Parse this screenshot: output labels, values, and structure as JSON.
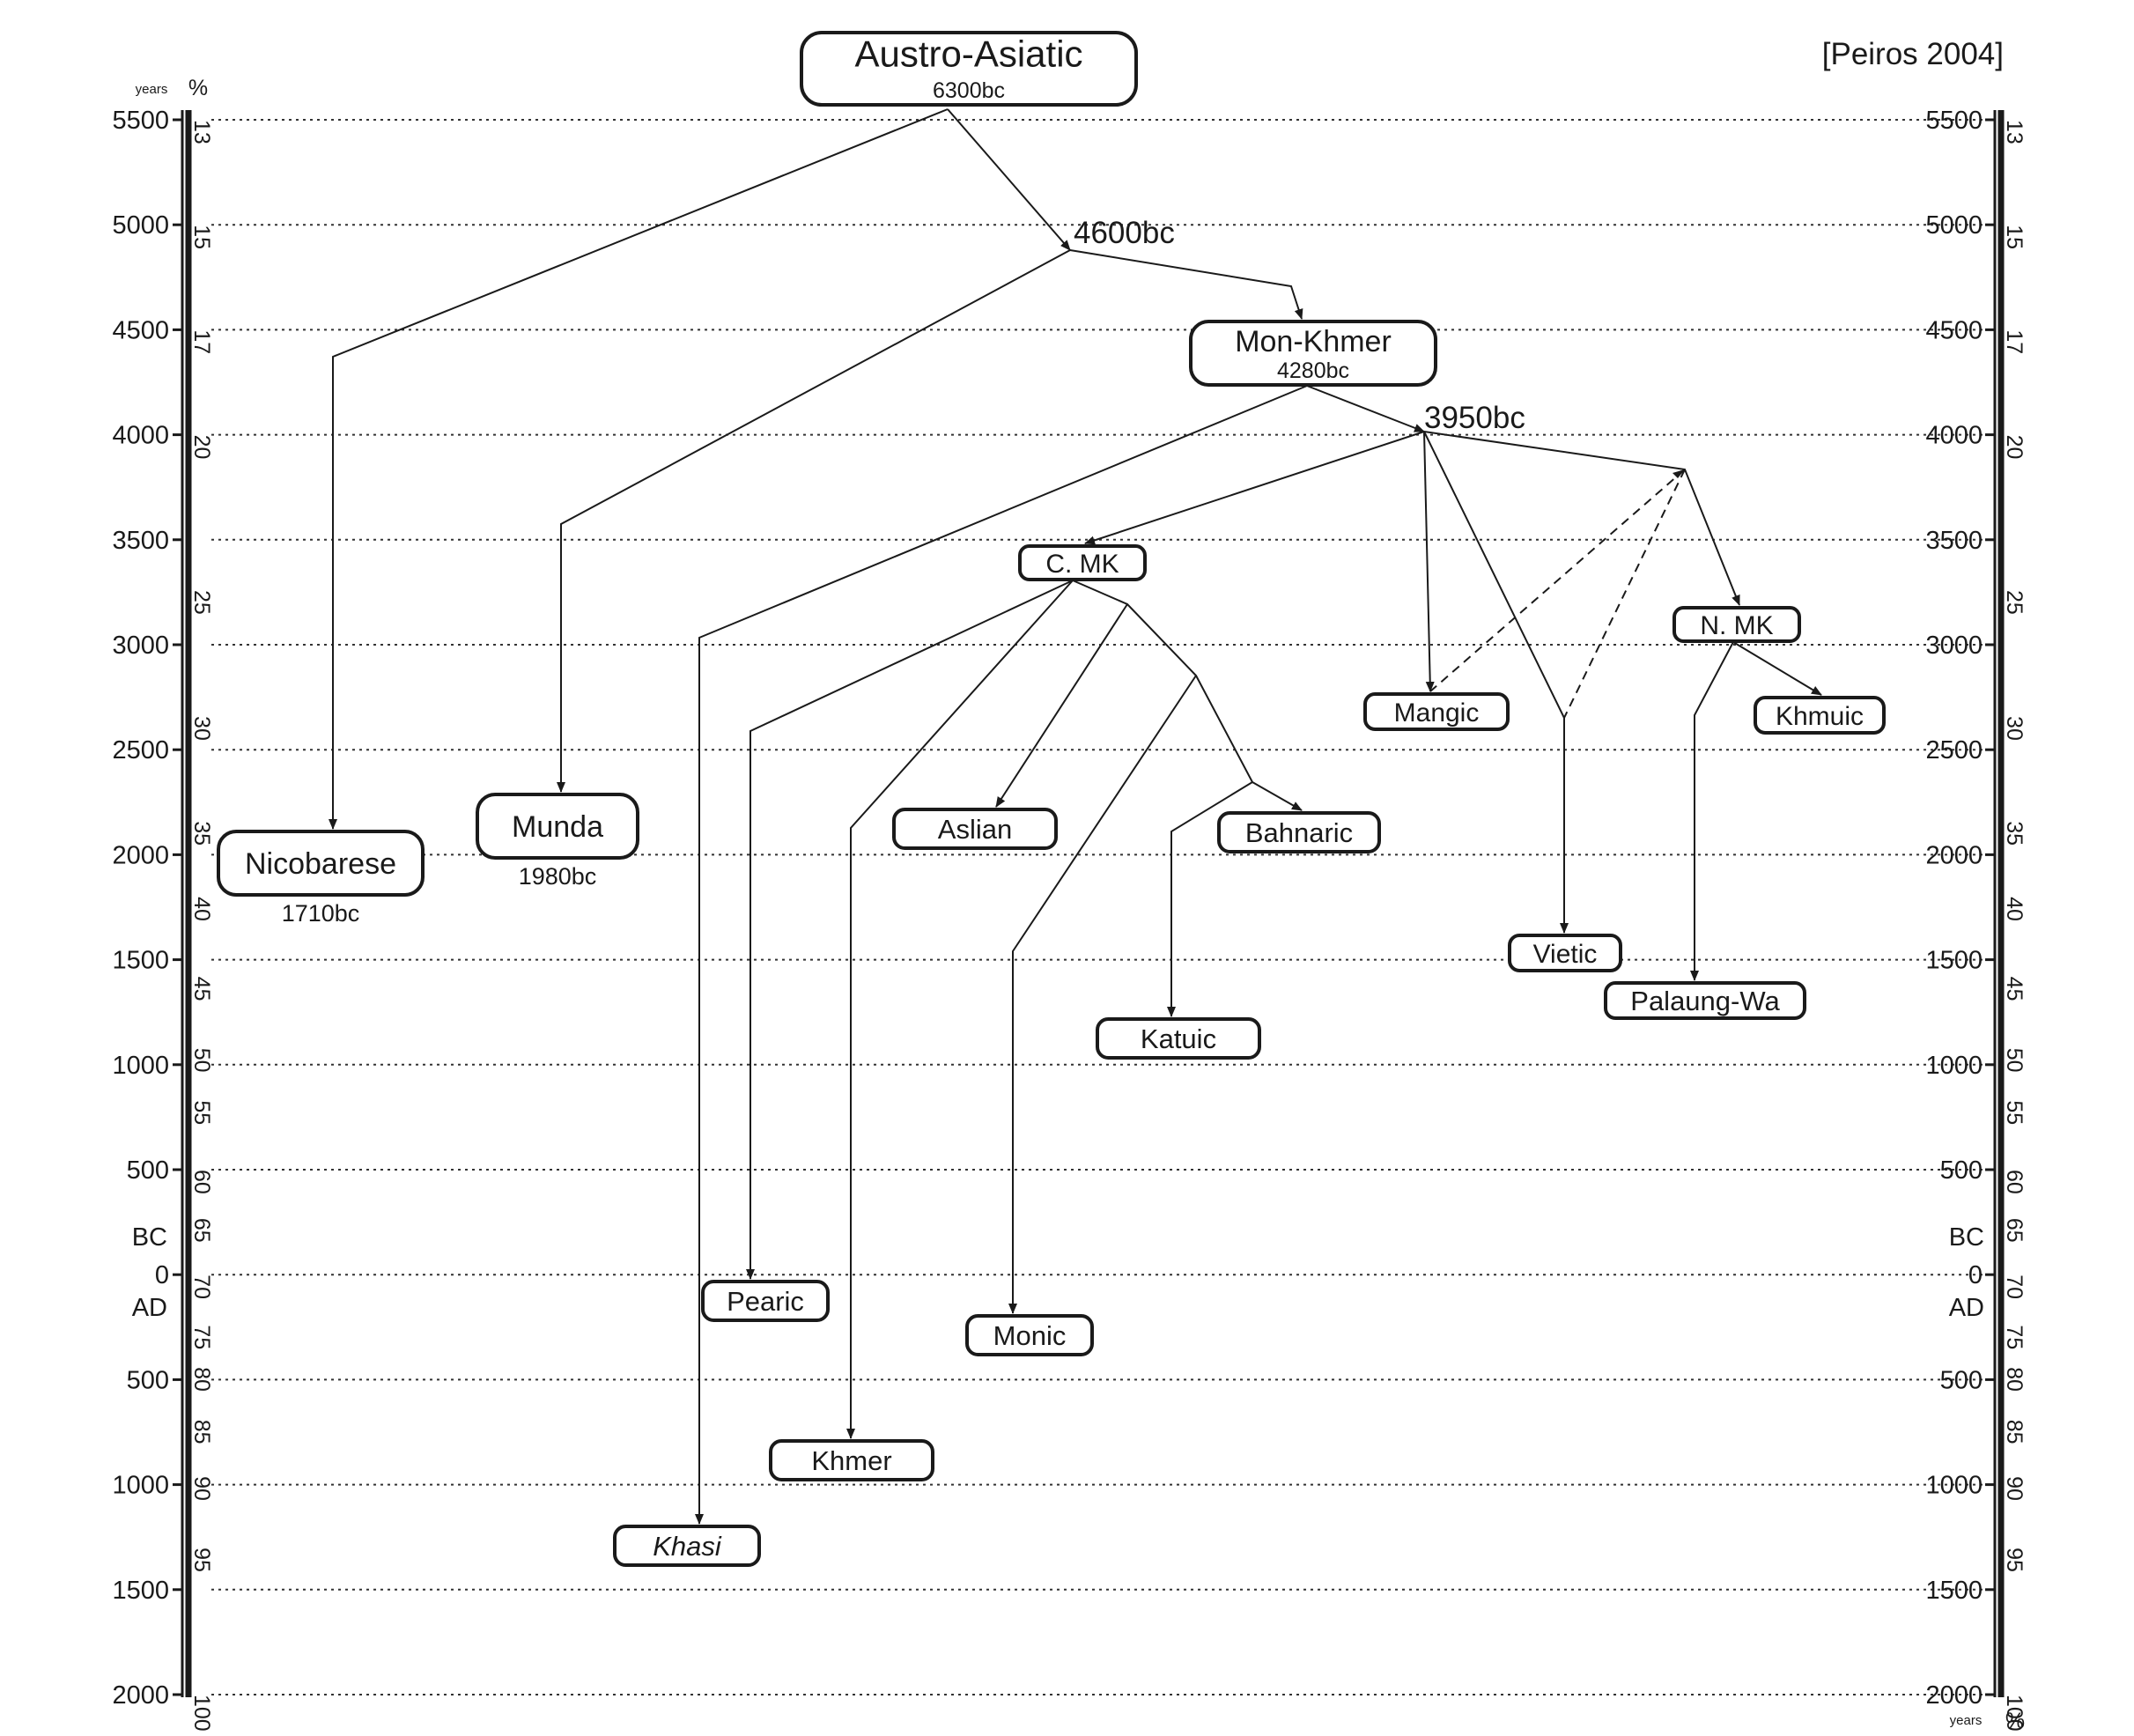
{
  "citation": "[Peiros 2004]",
  "axis": {
    "years_unit": "years",
    "percent_unit": "%",
    "era_bc": "BC",
    "era_ad": "AD",
    "year_ticks": [
      {
        "label": "5500",
        "value": -5500
      },
      {
        "label": "5000",
        "value": -5000
      },
      {
        "label": "4500",
        "value": -4500
      },
      {
        "label": "4000",
        "value": -4000
      },
      {
        "label": "3500",
        "value": -3500
      },
      {
        "label": "3000",
        "value": -3000
      },
      {
        "label": "2500",
        "value": -2500
      },
      {
        "label": "2000",
        "value": -2000
      },
      {
        "label": "1500",
        "value": -1500
      },
      {
        "label": "1000",
        "value": -1000
      },
      {
        "label": "500",
        "value": -500
      },
      {
        "label": "0",
        "value": 0
      },
      {
        "label": "500",
        "value": 500
      },
      {
        "label": "1000",
        "value": 1000
      },
      {
        "label": "1500",
        "value": 1500
      },
      {
        "label": "2000",
        "value": 2000
      }
    ],
    "percent_ticks": [
      {
        "label": "13",
        "value": -5500
      },
      {
        "label": "15",
        "value": -5000
      },
      {
        "label": "17",
        "value": -4500
      },
      {
        "label": "20",
        "value": -4000
      },
      {
        "label": "25",
        "value": -3260
      },
      {
        "label": "30",
        "value": -2660
      },
      {
        "label": "35",
        "value": -2160
      },
      {
        "label": "40",
        "value": -1800
      },
      {
        "label": "45",
        "value": -1420
      },
      {
        "label": "50",
        "value": -1080
      },
      {
        "label": "55",
        "value": -830
      },
      {
        "label": "60",
        "value": -500
      },
      {
        "label": "65",
        "value": -270
      },
      {
        "label": "70",
        "value": 0
      },
      {
        "label": "75",
        "value": 240
      },
      {
        "label": "80",
        "value": 440
      },
      {
        "label": "85",
        "value": 690
      },
      {
        "label": "90",
        "value": 960
      },
      {
        "label": "95",
        "value": 1300
      },
      {
        "label": "100",
        "value": 2000
      }
    ]
  },
  "nodes": [
    {
      "id": "austroasiatic",
      "label": "Austro-Asiatic",
      "date": "6300bc"
    },
    {
      "id": "monkhmer",
      "label": "Mon-Khmer",
      "date": "4280bc"
    },
    {
      "id": "nicobarese",
      "label": "Nicobarese",
      "date": "1710bc"
    },
    {
      "id": "munda",
      "label": "Munda",
      "date": "1980bc"
    },
    {
      "id": "cmk",
      "label": "C. MK"
    },
    {
      "id": "nmk",
      "label": "N. MK"
    },
    {
      "id": "mangic",
      "label": "Mangic"
    },
    {
      "id": "khmuic",
      "label": "Khmuic"
    },
    {
      "id": "aslian",
      "label": "Aslian"
    },
    {
      "id": "bahnaric",
      "label": "Bahnaric"
    },
    {
      "id": "vietic",
      "label": "Vietic"
    },
    {
      "id": "palaungwa",
      "label": "Palaung-Wa"
    },
    {
      "id": "katuic",
      "label": "Katuic"
    },
    {
      "id": "pearic",
      "label": "Pearic"
    },
    {
      "id": "monic",
      "label": "Monic"
    },
    {
      "id": "khmer",
      "label": "Khmer"
    },
    {
      "id": "khasi",
      "label": "Khasi",
      "italic": true
    }
  ],
  "split_labels": [
    {
      "id": "split4600",
      "label": "4600bc"
    },
    {
      "id": "split3950",
      "label": "3950bc"
    }
  ],
  "edges": [
    {
      "from": "austroasiatic",
      "to": "split4600"
    },
    {
      "from": "austroasiatic",
      "to": "nicobarese"
    },
    {
      "from": "split4600",
      "to": "munda"
    },
    {
      "from": "split4600",
      "to": "monkhmer"
    },
    {
      "from": "monkhmer",
      "to": "split3950"
    },
    {
      "from": "monkhmer",
      "to": "khasi"
    },
    {
      "from": "split3950",
      "to": "cmk"
    },
    {
      "from": "split3950",
      "to": "mangic"
    },
    {
      "from": "split3950",
      "to": "vietic"
    },
    {
      "from": "split3950",
      "to": "nmk"
    },
    {
      "from": "nmk",
      "to": "mangic",
      "dashed": true
    },
    {
      "from": "nmk",
      "to": "vietic",
      "dashed": true
    },
    {
      "from": "nmk",
      "to": "khmuic"
    },
    {
      "from": "nmk",
      "to": "palaungwa"
    },
    {
      "from": "cmk",
      "to": "pearic"
    },
    {
      "from": "cmk",
      "to": "khmer"
    },
    {
      "from": "cmk",
      "to": "aslian"
    },
    {
      "from": "cmk",
      "to": "bahnaric"
    },
    {
      "from": "cmk",
      "to": "monic"
    },
    {
      "from": "bahnaric",
      "to": "katuic"
    }
  ]
}
